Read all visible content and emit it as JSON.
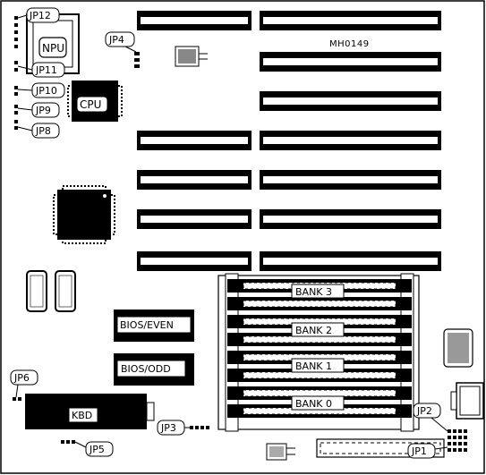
{
  "board": {
    "model": "MH0149",
    "jumpers": [
      "JP12",
      "JP4",
      "JP11",
      "JP10",
      "JP9",
      "JP8",
      "JP6",
      "JP3",
      "JP5",
      "JP2",
      "JP1"
    ],
    "chips": {
      "npu": "NPU",
      "cpu": "CPU",
      "bios_even": "BIOS/EVEN",
      "bios_odd": "BIOS/ODD",
      "kbd": "KBD"
    },
    "banks": [
      "BANK 3",
      "BANK 2",
      "BANK 1",
      "BANK 0"
    ]
  }
}
